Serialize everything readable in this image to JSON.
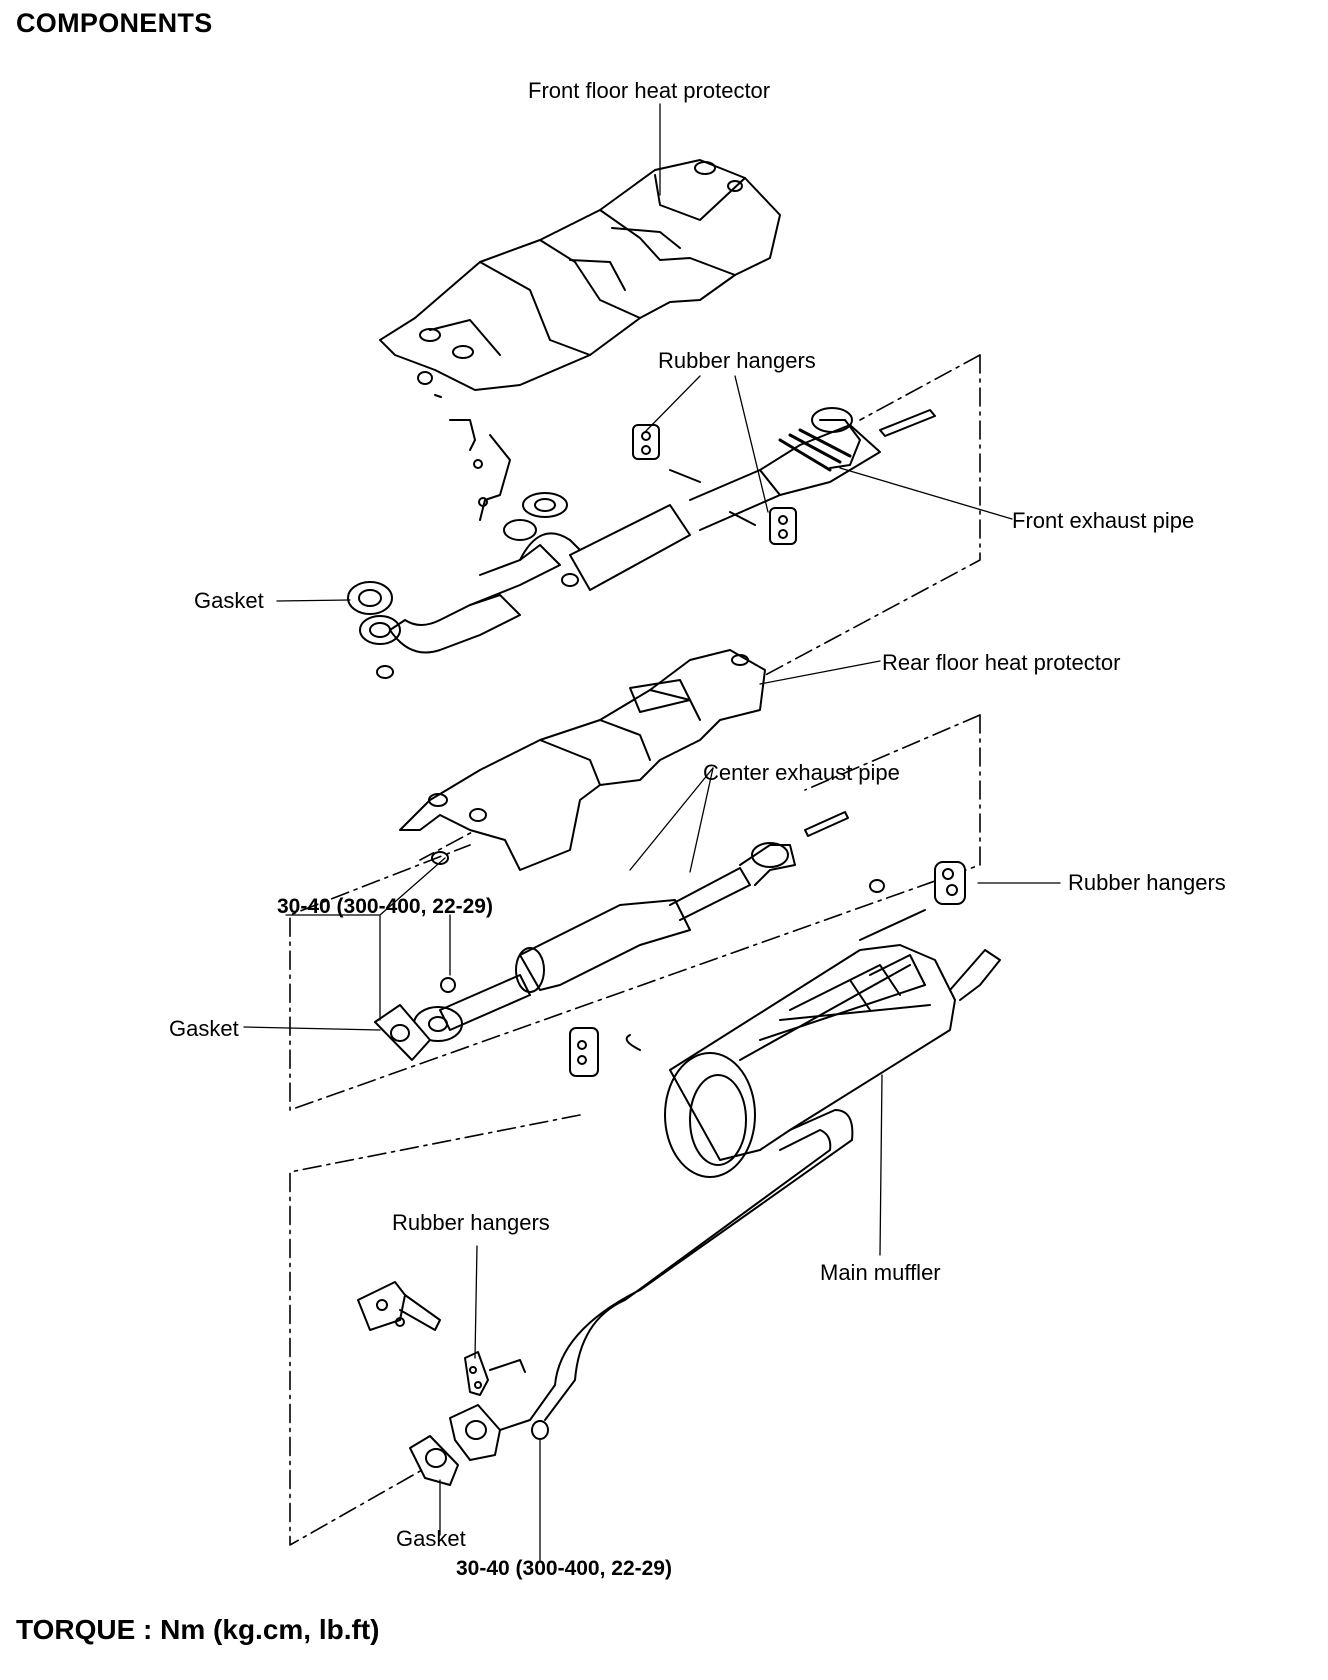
{
  "heading": "COMPONENTS",
  "footer": "TORQUE : Nm (kg.cm, lb.ft)",
  "labels": {
    "front_floor_heat_protector": "Front floor heat protector",
    "rubber_hangers_top": "Rubber hangers",
    "front_exhaust_pipe": "Front exhaust pipe",
    "gasket_upper": "Gasket",
    "rear_floor_heat_protector": "Rear floor heat protector",
    "center_exhaust_pipe": "Center exhaust pipe",
    "rubber_hangers_right": "Rubber hangers",
    "torque_middle": "30-40 (300-400, 22-29)",
    "gasket_middle": "Gasket",
    "rubber_hangers_bottom": "Rubber hangers",
    "main_muffler": "Main muffler",
    "gasket_bottom": "Gasket",
    "torque_bottom": "30-40 (300-400, 22-29)"
  }
}
